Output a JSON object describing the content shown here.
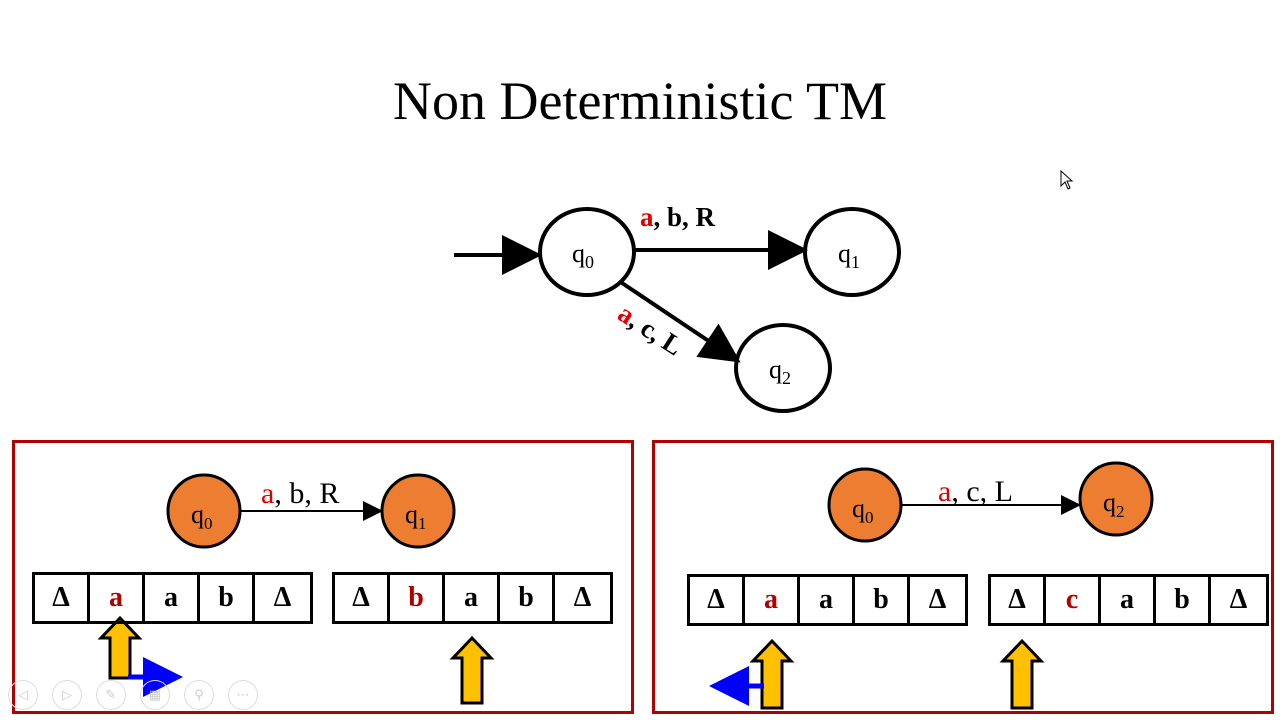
{
  "title": "Non Deterministic TM",
  "main_diagram": {
    "states": [
      "q0",
      "q1",
      "q2"
    ],
    "start_state": "q0",
    "transitions": [
      {
        "from": "q0",
        "to": "q1",
        "read": "a",
        "write": "b",
        "move": "R"
      },
      {
        "from": "q0",
        "to": "q2",
        "read": "a",
        "write": "c",
        "move": "L"
      }
    ]
  },
  "panels": [
    {
      "transition": {
        "from": "q0",
        "to": "q1",
        "read": "a",
        "write": "b",
        "move": "R"
      },
      "tape_before": [
        "Δ",
        "a",
        "a",
        "b",
        "Δ"
      ],
      "tape_after": [
        "Δ",
        "b",
        "a",
        "b",
        "Δ"
      ],
      "head_before": 1,
      "head_after": 2,
      "move_direction": "right"
    },
    {
      "transition": {
        "from": "q0",
        "to": "q2",
        "read": "a",
        "write": "c",
        "move": "L"
      },
      "tape_before": [
        "Δ",
        "a",
        "a",
        "b",
        "Δ"
      ],
      "tape_after": [
        "Δ",
        "c",
        "a",
        "b",
        "Δ"
      ],
      "head_before": 1,
      "head_after": 0,
      "move_direction": "left"
    }
  ],
  "colors": {
    "accent_red": "#e00000",
    "state_fill": "#ed7d31",
    "panel_border": "#b00000",
    "head_arrow": "#ffc000",
    "move_arrow": "#0000ff"
  },
  "toolbar": [
    "previous",
    "next",
    "pen",
    "slides",
    "zoom",
    "more"
  ]
}
